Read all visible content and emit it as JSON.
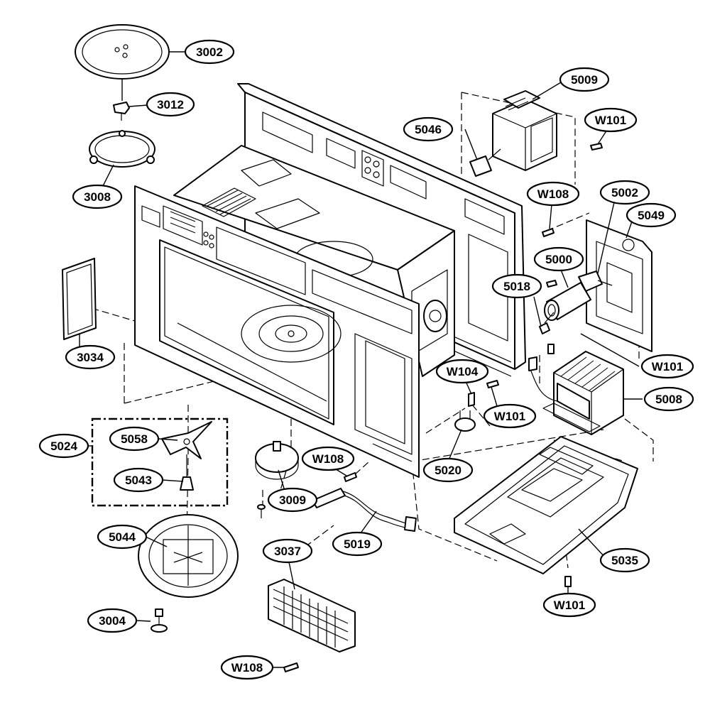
{
  "callouts": [
    {
      "id": "3002",
      "text": "3002"
    },
    {
      "id": "3012",
      "text": "3012"
    },
    {
      "id": "3008",
      "text": "3008"
    },
    {
      "id": "3034",
      "text": "3034"
    },
    {
      "id": "5024",
      "text": "5024"
    },
    {
      "id": "5058",
      "text": "5058"
    },
    {
      "id": "5043",
      "text": "5043"
    },
    {
      "id": "5044",
      "text": "5044"
    },
    {
      "id": "3004",
      "text": "3004"
    },
    {
      "id": "3009",
      "text": "3009"
    },
    {
      "id": "3037",
      "text": "3037"
    },
    {
      "id": "W108_bottom",
      "text": "W108"
    },
    {
      "id": "W108_mid",
      "text": "W108"
    },
    {
      "id": "5019",
      "text": "5019"
    },
    {
      "id": "5020",
      "text": "5020"
    },
    {
      "id": "W104",
      "text": "W104"
    },
    {
      "id": "W101_mid",
      "text": "W101"
    },
    {
      "id": "5035",
      "text": "5035"
    },
    {
      "id": "W101_bottom",
      "text": "W101"
    },
    {
      "id": "5008",
      "text": "5008"
    },
    {
      "id": "W101_right",
      "text": "W101"
    },
    {
      "id": "5018",
      "text": "5018"
    },
    {
      "id": "5000",
      "text": "5000"
    },
    {
      "id": "5002",
      "text": "5002"
    },
    {
      "id": "5049",
      "text": "5049"
    },
    {
      "id": "W108_top",
      "text": "W108"
    },
    {
      "id": "5046",
      "text": "5046"
    },
    {
      "id": "5009",
      "text": "5009"
    },
    {
      "id": "W101_top",
      "text": "W101"
    }
  ]
}
